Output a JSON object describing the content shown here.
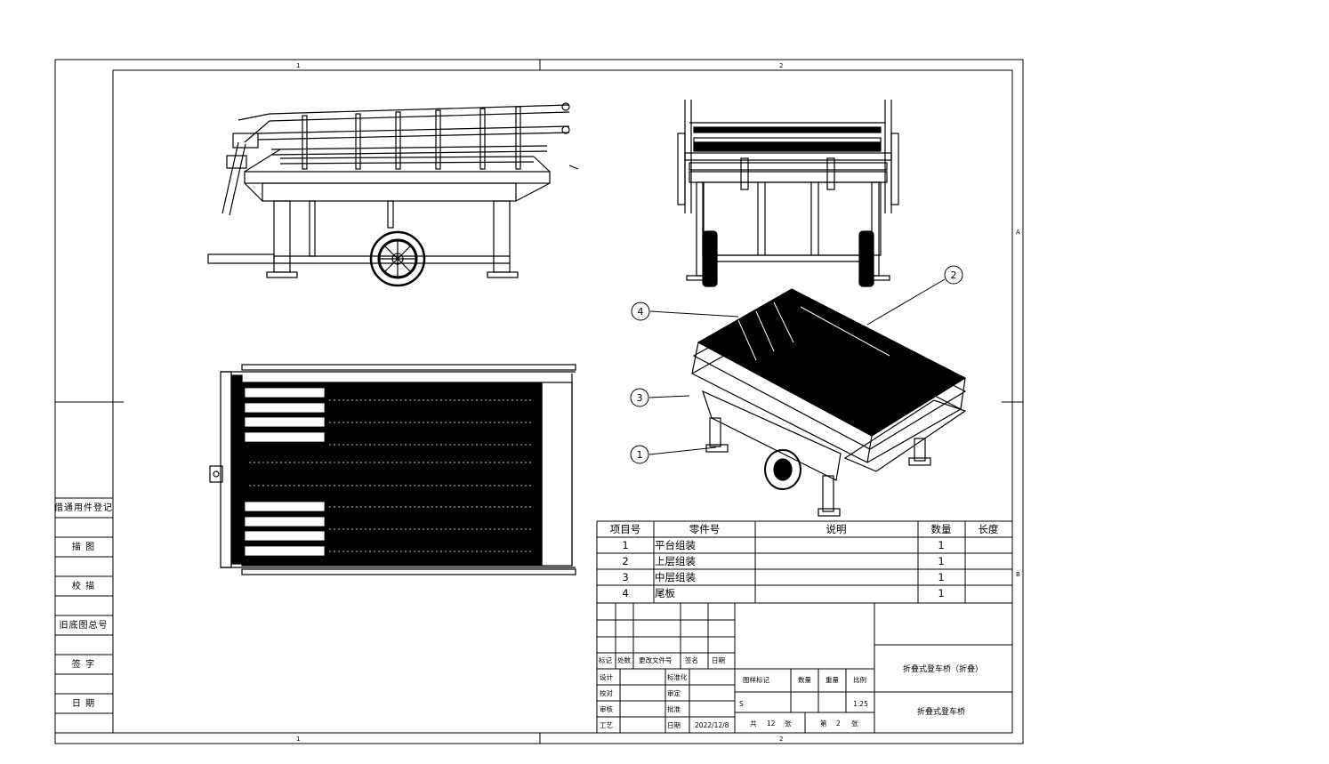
{
  "zone_labels": {
    "top_1": "1",
    "top_2": "2",
    "bottom_1": "1",
    "bottom_2": "2",
    "right_a": "A",
    "right_b": "B"
  },
  "side_block": {
    "rows": [
      "借通用件登记",
      "描  图",
      "校  描",
      "旧底图总号",
      "签  字",
      "日  期"
    ]
  },
  "balloons": [
    {
      "id": "1"
    },
    {
      "id": "2"
    },
    {
      "id": "3"
    },
    {
      "id": "4"
    }
  ],
  "bom": {
    "headers": [
      "项目号",
      "零件号",
      "说明",
      "数量",
      "长度"
    ],
    "rows": [
      {
        "item": "1",
        "part": "平台组装",
        "desc": "",
        "qty": "1",
        "length": ""
      },
      {
        "item": "2",
        "part": "上层组装",
        "desc": "",
        "qty": "1",
        "length": ""
      },
      {
        "item": "3",
        "part": "中层组装",
        "desc": "",
        "qty": "1",
        "length": ""
      },
      {
        "item": "4",
        "part": "尾板",
        "desc": "",
        "qty": "1",
        "length": ""
      }
    ]
  },
  "title_block": {
    "rev_headers": [
      "标记",
      "处数",
      "更改文件号",
      "签名",
      "日期"
    ],
    "roles": [
      "设计",
      "校对",
      "审核",
      "工艺"
    ],
    "roles_right": [
      "标准化",
      "审定",
      "批准"
    ],
    "date": "2022/12/8",
    "stage_headers": [
      "图样标记",
      "数量",
      "重量",
      "比例"
    ],
    "stage_mark": "S",
    "scale": "1:25",
    "sheet_total_label": "共",
    "sheet_total": "12",
    "sheet_total_unit": "张",
    "sheet_no_label": "第",
    "sheet_no": "2",
    "sheet_no_unit": "张",
    "drawing_title": "折叠式登车桥（折叠）",
    "drawing_name": "折叠式登车桥"
  }
}
